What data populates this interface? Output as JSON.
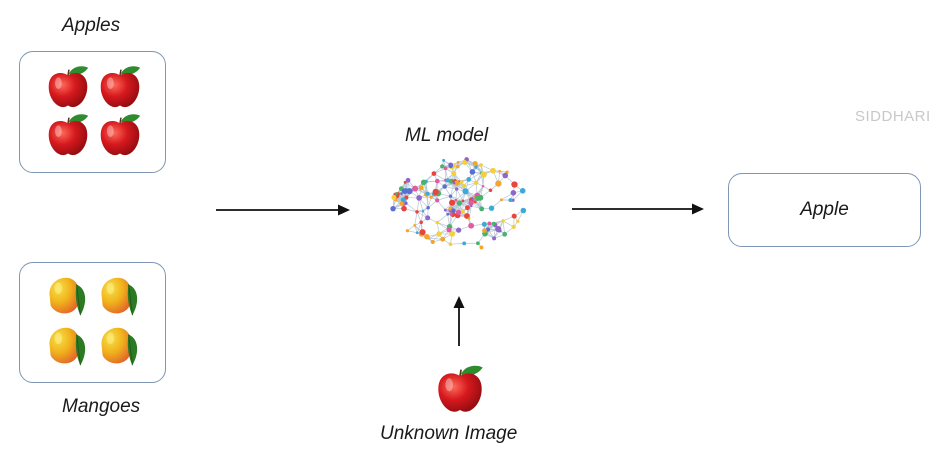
{
  "labels": {
    "apples": "Apples",
    "mangoes": "Mangoes",
    "ml_model": "ML model",
    "unknown_image": "Unknown Image",
    "output": "Apple"
  },
  "watermark": "SIDDHARI",
  "colors": {
    "box_border": "#7f96b4",
    "apple_red": "#c8161b",
    "leaf_green": "#2e8b2e",
    "mango_yellow": "#f2c21a",
    "mango_orange": "#e8742a",
    "arrow": "#111111"
  },
  "icons": [
    "apple-icon",
    "mango-icon",
    "brain-network-icon",
    "arrow-right-icon",
    "arrow-up-icon"
  ]
}
